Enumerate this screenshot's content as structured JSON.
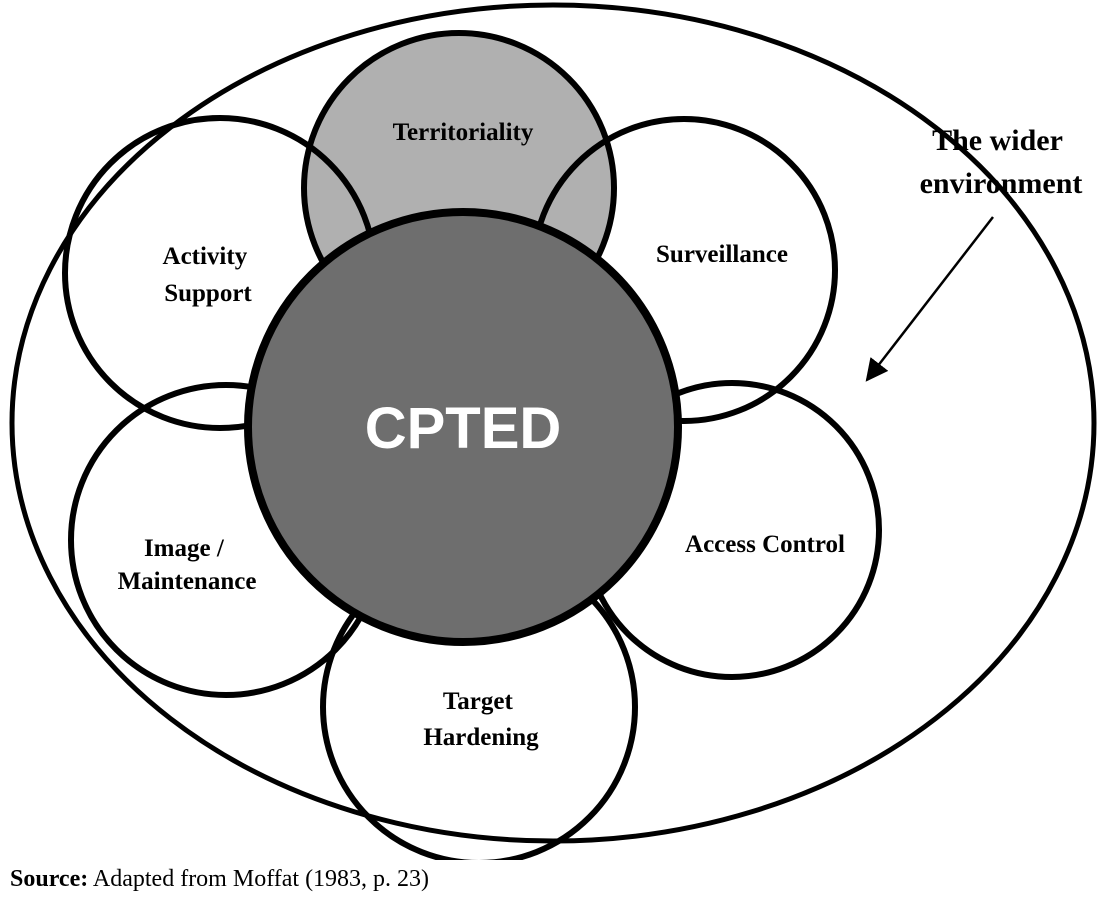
{
  "diagram": {
    "center": "CPTED",
    "outer_label": [
      "The wider",
      "environment"
    ],
    "elements": [
      {
        "key": "territoriality",
        "lines": [
          "Territoriality"
        ]
      },
      {
        "key": "surveillance",
        "lines": [
          "Surveillance"
        ]
      },
      {
        "key": "access_control",
        "lines": [
          "Access Control"
        ]
      },
      {
        "key": "target_hardening",
        "lines": [
          "Target",
          "Hardening"
        ]
      },
      {
        "key": "image_maintenance",
        "lines": [
          "Image /",
          "Maintenance"
        ]
      },
      {
        "key": "activity_support",
        "lines": [
          "Activity",
          "Support"
        ]
      }
    ],
    "colors": {
      "center_fill": "#6e6e6e",
      "territoriality_fill": "#b0b0b0",
      "stroke": "#000000",
      "background": "#ffffff"
    }
  },
  "source": {
    "label": "Source:",
    "text": " Adapted from Moffat (1983, p. 23)"
  }
}
